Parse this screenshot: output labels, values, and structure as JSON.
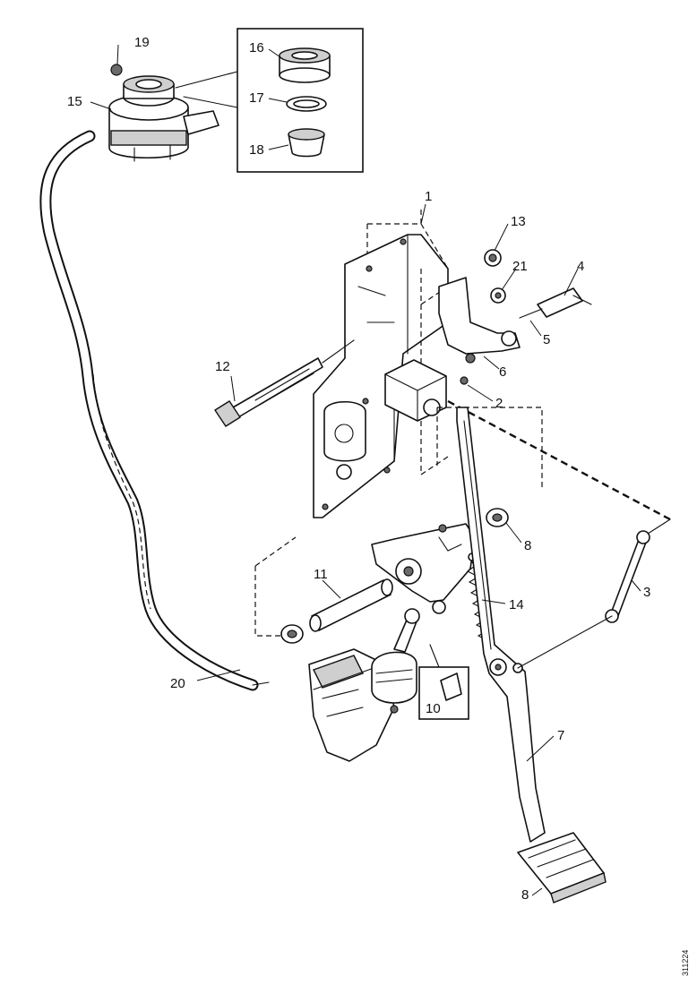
{
  "diagram": {
    "document_id": "311224",
    "callouts": {
      "c1": "1",
      "c2": "2",
      "c3": "3",
      "c4": "4",
      "c5": "5",
      "c6": "6",
      "c7": "7",
      "c8": "8",
      "c9": "8",
      "c10": "10",
      "c11": "11",
      "c12": "12",
      "c13": "13",
      "c14": "14",
      "c15": "15",
      "c16": "16",
      "c17": "17",
      "c18": "18",
      "c19": "19",
      "c20": "20",
      "c21": "21"
    }
  }
}
